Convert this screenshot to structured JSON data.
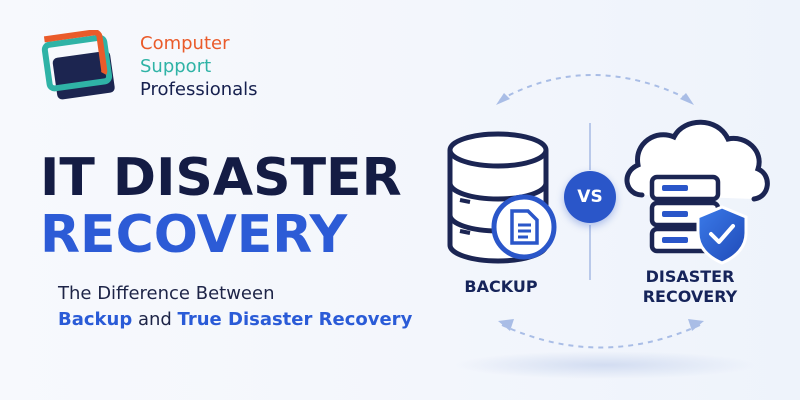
{
  "brand": {
    "line1": "Computer",
    "line2": "Support",
    "line3": "Professionals"
  },
  "headline": {
    "line1": "IT DISASTER",
    "line2": "RECOVERY"
  },
  "subtitle": {
    "line1": "The Difference Between",
    "highlight1": "Backup",
    "connector": " and ",
    "highlight2": "True Disaster Recovery"
  },
  "comparison": {
    "left_label": "BACKUP",
    "vs_label": "VS",
    "right_label_line1": "DISASTER",
    "right_label_line2": "RECOVERY"
  },
  "colors": {
    "brand_orange": "#ea5b2a",
    "brand_teal": "#2fb3a6",
    "navy": "#141c44",
    "accent_blue": "#2c5bd6"
  },
  "icons": [
    "logo-mark-icon",
    "database-icon",
    "document-icon",
    "cloud-icon",
    "server-icon",
    "shield-check-icon",
    "swap-arrows-icon"
  ]
}
